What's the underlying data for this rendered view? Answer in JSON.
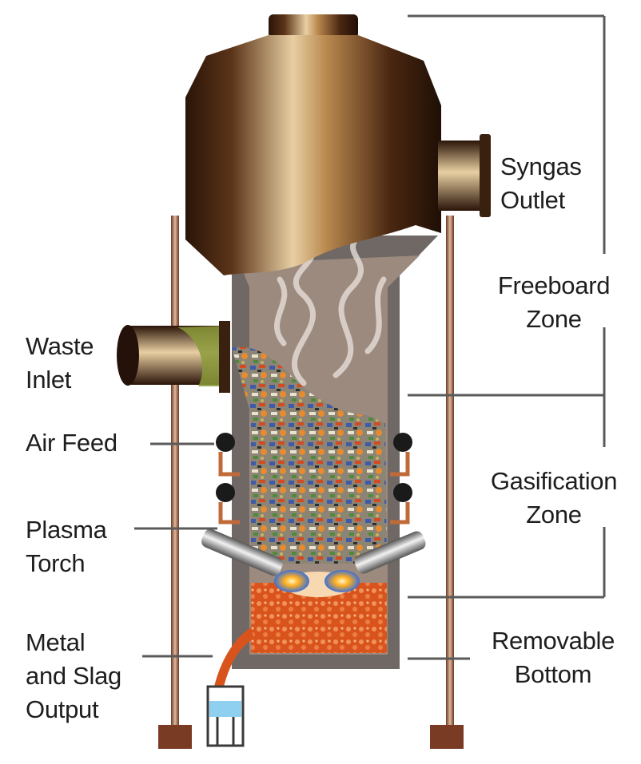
{
  "diagram": {
    "labels": {
      "syngas_outlet": [
        "Syngas",
        "Outlet"
      ],
      "freeboard_zone": [
        "Freeboard",
        "Zone"
      ],
      "waste_inlet": [
        "Waste",
        "Inlet"
      ],
      "air_feed": [
        "Air Feed"
      ],
      "gasification_zone": [
        "Gasification",
        "Zone"
      ],
      "plasma_torch": [
        "Plasma",
        "Torch"
      ],
      "removable_bottom": [
        "Removable",
        "Bottom"
      ],
      "metal_slag_output": [
        "Metal",
        "and Slag",
        "Output"
      ]
    },
    "colors": {
      "vessel_dark": "#2a1408",
      "vessel_light": "#e8cfa2",
      "lining_gray": "#6f6864",
      "chamber_gas": "#9c8a7e",
      "slag_orange": "#d9541c",
      "plasma_blue": "#3d6fd6",
      "line_gray": "#5a5a5a",
      "leg_brown": "#7a3b24"
    }
  }
}
